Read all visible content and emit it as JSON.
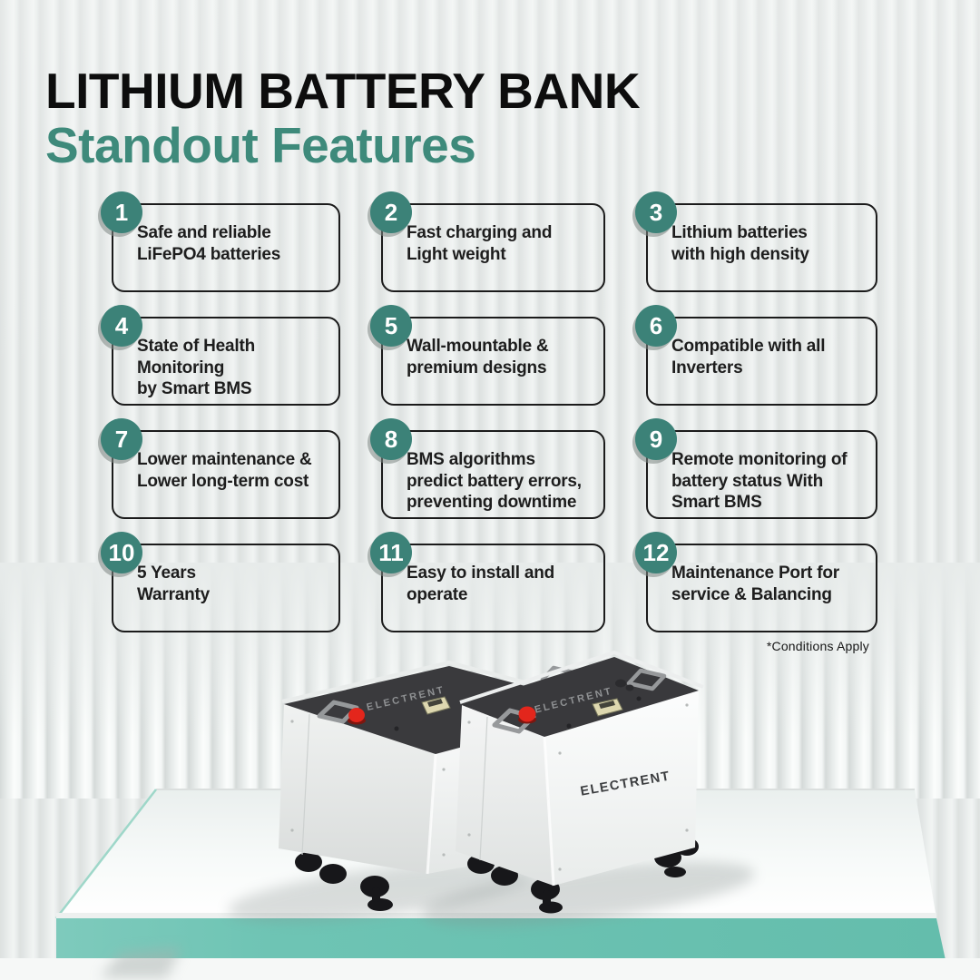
{
  "header": {
    "title_line1": "LITHIUM BATTERY BANK",
    "title_line2": "Standout Features"
  },
  "features": [
    {
      "number": "1",
      "lines": [
        "Safe and reliable",
        "LiFePO4 batteries"
      ]
    },
    {
      "number": "2",
      "lines": [
        "Fast charging and",
        "Light weight"
      ]
    },
    {
      "number": "3",
      "lines": [
        "Lithium batteries",
        "with high density"
      ]
    },
    {
      "number": "4",
      "lines": [
        "State of Health",
        "Monitoring",
        "by Smart BMS"
      ]
    },
    {
      "number": "5",
      "lines": [
        "Wall-mountable &",
        "premium designs"
      ]
    },
    {
      "number": "6",
      "lines": [
        "Compatible with all",
        "Inverters"
      ]
    },
    {
      "number": "7",
      "lines": [
        "Lower maintenance &",
        "Lower long-term cost"
      ]
    },
    {
      "number": "8",
      "lines": [
        "BMS algorithms",
        "predict battery errors,",
        "preventing downtime"
      ]
    },
    {
      "number": "9",
      "lines": [
        "Remote monitoring of",
        "battery status With",
        "Smart BMS"
      ]
    },
    {
      "number": "10",
      "lines": [
        "5 Years",
        "Warranty"
      ]
    },
    {
      "number": "11",
      "lines": [
        "Easy to install and",
        "operate"
      ]
    },
    {
      "number": "12",
      "lines": [
        "Maintenance Port for",
        "service & Balancing"
      ]
    }
  ],
  "footnote": "*Conditions Apply",
  "product": {
    "brand": "ELECTRENT"
  },
  "colors": {
    "accent_teal": "#3E8A7B",
    "badge_teal": "#3C8278",
    "platform_teal": "#6EC4B4",
    "battery_top_dark": "#3A3A3D",
    "button_red": "#E3261C",
    "connector_cream": "#DED8B0"
  }
}
